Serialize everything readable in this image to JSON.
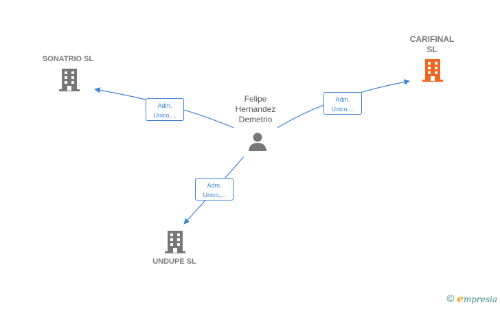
{
  "nodes": {
    "sonatrio": {
      "label": "SONATRIO  SL",
      "icon": "building-icon",
      "color": "#777777"
    },
    "carifinal": {
      "label": "CARIFINAL\nSL",
      "icon": "building-icon",
      "color": "#f26522"
    },
    "undupe": {
      "label": "UNDUPE  SL",
      "icon": "building-icon",
      "color": "#777777"
    },
    "person": {
      "label": "Felipe\nHernandez\nDemetrio",
      "icon": "person-icon",
      "color": "#777777"
    }
  },
  "edges": [
    {
      "id": "to-sonatrio",
      "line1": "Adm.",
      "line2": "Unico,..."
    },
    {
      "id": "to-carifinal",
      "line1": "Adm.",
      "line2": "Unico,..."
    },
    {
      "id": "to-undupe",
      "line1": "Adm.",
      "line2": "Unico,..."
    }
  ],
  "colors": {
    "edge": "#3c82d4",
    "brand": "#3a8a8a",
    "brand_accent": "#e89b20"
  },
  "footer": {
    "copyright": "©",
    "brand_first": "e",
    "brand_rest": "mpresia"
  }
}
